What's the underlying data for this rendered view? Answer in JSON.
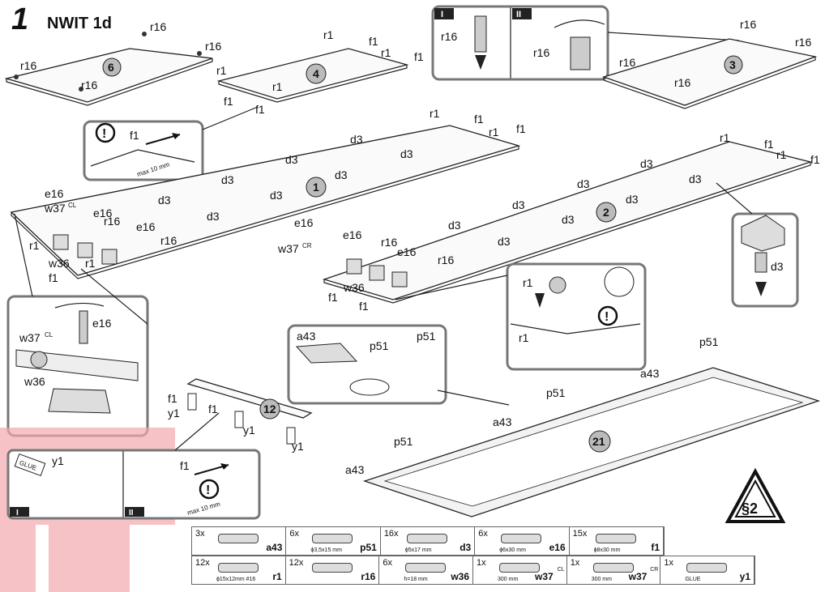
{
  "header": {
    "step": "1",
    "model": "NWIT 1d"
  },
  "labels": {
    "r16": "r16",
    "r1": "r1",
    "f1": "f1",
    "d3": "d3",
    "e16": "e16",
    "w37cl": "w37",
    "w37cr": "w37",
    "cl": "CL",
    "cr": "CR",
    "w36": "w36",
    "y1": "y1",
    "a43": "a43",
    "p51": "p51",
    "max": "max 10 mm",
    "glue": "GLUE"
  },
  "panels": {
    "p6": "6",
    "p4": "4",
    "p3": "3",
    "p1": "1",
    "p2": "2",
    "p12": "12",
    "p21": "21"
  },
  "callouts": {
    "I": "I",
    "II": "II",
    "warn": "!"
  },
  "symbol": {
    "section": "§2"
  },
  "parts": [
    {
      "qty": "3x",
      "code": "a43",
      "spec": ""
    },
    {
      "qty": "6x",
      "code": "p51",
      "spec": "ϕ3,5x15 mm"
    },
    {
      "qty": "16x",
      "code": "d3",
      "spec": "ϕ5x17 mm"
    },
    {
      "qty": "6x",
      "code": "e16",
      "spec": "ϕ6x30 mm"
    },
    {
      "qty": "15x",
      "code": "f1",
      "spec": "ϕ8x30 mm"
    },
    {
      "qty": "12x",
      "code": "r1",
      "spec": "ϕ15x12mm #16"
    },
    {
      "qty": "12x",
      "code": "r16",
      "spec": ""
    },
    {
      "qty": "6x",
      "code": "w36",
      "spec": "h=18 mm"
    },
    {
      "qty": "1x",
      "code": "w37",
      "sup": "CL",
      "spec": "300 mm"
    },
    {
      "qty": "1x",
      "code": "w37",
      "sup": "CR",
      "spec": "300 mm"
    },
    {
      "qty": "1x",
      "code": "y1",
      "spec": "GLUE"
    }
  ]
}
